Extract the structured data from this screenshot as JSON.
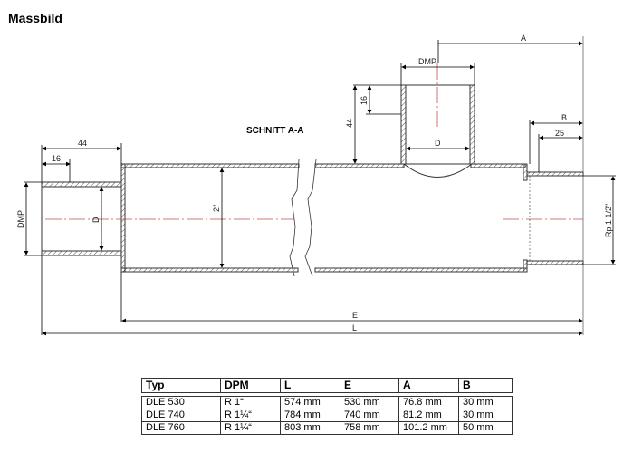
{
  "title": "Massbild",
  "drawing": {
    "section_label": "SCHNITT A-A",
    "dimensions": {
      "left_socket_length": "44",
      "left_socket_depth": "16",
      "left_outer_diameter": "DMP",
      "left_inner_diameter": "D",
      "main_pipe_diameter": "2\"",
      "top_socket_diameter": "DMP",
      "top_socket_depth": "16",
      "top_socket_height": "44",
      "top_inner_diameter": "D",
      "right_offset": "A",
      "right_socket_length": "B",
      "right_thread_length": "25",
      "right_thread": "Rp 1 1/2\"",
      "length_e": "E",
      "length_l": "L"
    },
    "colors": {
      "line": "#333333",
      "centerline": "#c0504d",
      "hatch": "#555555"
    }
  },
  "table": {
    "headers": [
      "Typ",
      "DPM",
      "L",
      "E",
      "A",
      "B"
    ],
    "rows": [
      [
        "DLE 530",
        "R 1“",
        "574 mm",
        "530 mm",
        "76.8 mm",
        "30 mm"
      ],
      [
        "DLE 740",
        "R 1¼“",
        "784 mm",
        "740 mm",
        "81.2 mm",
        "30 mm"
      ],
      [
        "DLE 760",
        "R 1¼“",
        "803 mm",
        "758 mm",
        "101.2 mm",
        "50 mm"
      ]
    ]
  }
}
